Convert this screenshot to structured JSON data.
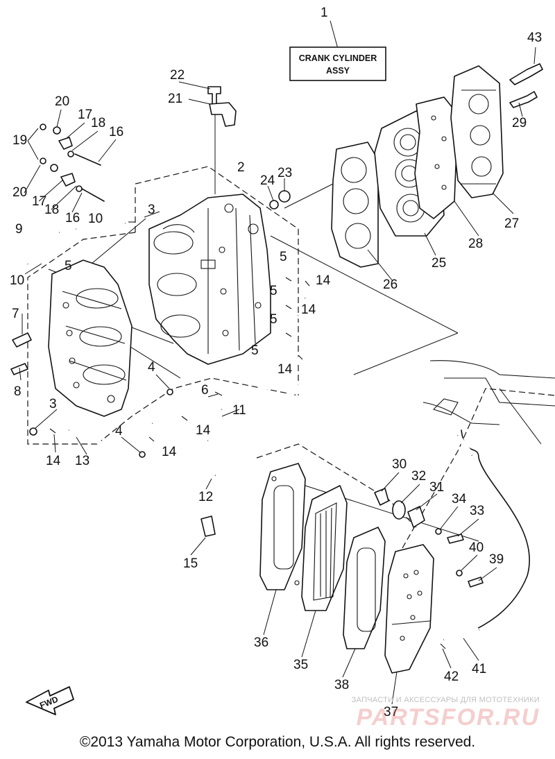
{
  "title_box": {
    "line1": "CRANK CYLINDER",
    "line2": "ASSY"
  },
  "callouts": [
    "1",
    "2",
    "3",
    "3",
    "4",
    "4",
    "5",
    "5",
    "5",
    "5",
    "5",
    "6",
    "7",
    "8",
    "9",
    "10",
    "10",
    "11",
    "12",
    "13",
    "14",
    "14",
    "14",
    "14",
    "14",
    "14",
    "15",
    "16",
    "16",
    "17",
    "17",
    "18",
    "18",
    "19",
    "20",
    "20",
    "21",
    "22",
    "23",
    "24",
    "25",
    "26",
    "27",
    "28",
    "29",
    "30",
    "31",
    "32",
    "33",
    "34",
    "35",
    "36",
    "37",
    "38",
    "39",
    "40",
    "41",
    "42",
    "43"
  ],
  "fwd_label": "FWD",
  "watermark": {
    "tagline": "ЗАПЧАСТИ И АКСЕССУАРЫ ДЛЯ МОТОТЕХНИКИ",
    "brand": "PARTSFOR.RU"
  },
  "copyright": "©2013 Yamaha Motor Corporation, U.S.A. All rights reserved.",
  "colors": {
    "ink": "#111111",
    "watermark": "#d9534f"
  }
}
